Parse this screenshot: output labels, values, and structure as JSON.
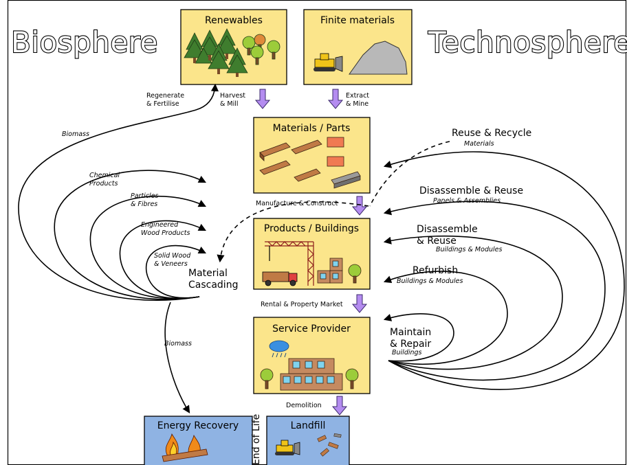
{
  "headings": {
    "left": "Biosphere",
    "right": "Technosphere"
  },
  "boxes": {
    "renewables": "Renewables",
    "finite": "Finite materials",
    "materials": "Materials / Parts",
    "products": "Products / Buildings",
    "service": "Service Provider",
    "energy": "Energy Recovery",
    "landfill": "Landfill"
  },
  "vertical_label": "End of Life",
  "flows": {
    "regenerate": [
      "Regenerate",
      "& Fertilise"
    ],
    "harvest": [
      "Harvest",
      "& Mill"
    ],
    "extract": [
      "Extract",
      "& Mine"
    ],
    "manufacture": "Manufacture & Construct",
    "rental": "Rental & Property Market",
    "demolition": "Demolition"
  },
  "cascade": {
    "title": [
      "Material",
      "Cascading"
    ],
    "biomass_top": "Biomass",
    "biomass_bottom": "Biomass",
    "chemical": [
      "Chemical",
      "Products"
    ],
    "particles": [
      "Particles",
      "& Fibres"
    ],
    "engineered": [
      "Engineered",
      "Wood Products"
    ],
    "solid": [
      "Solid Wood",
      "& Veneers"
    ]
  },
  "loops": {
    "reuse_recycle": "Reuse & Recycle",
    "reuse_recycle_sub": "Materials",
    "disassemble_panels": "Disassemble & Reuse",
    "disassemble_panels_sub": "Panels & Assemblies",
    "disassemble_buildings": [
      "Disassemble",
      "& Reuse"
    ],
    "disassemble_buildings_sub": "Buildings & Modules",
    "refurbish": "Refurbish",
    "refurbish_sub": "Buildings & Modules",
    "maintain": [
      "Maintain",
      "& Repair"
    ],
    "maintain_sub": "Buildings"
  },
  "colors": {
    "box_fill": "#fbe58b",
    "end_of_life_fill": "#8fb3e3",
    "flow_arrow": "#b48cf0"
  }
}
